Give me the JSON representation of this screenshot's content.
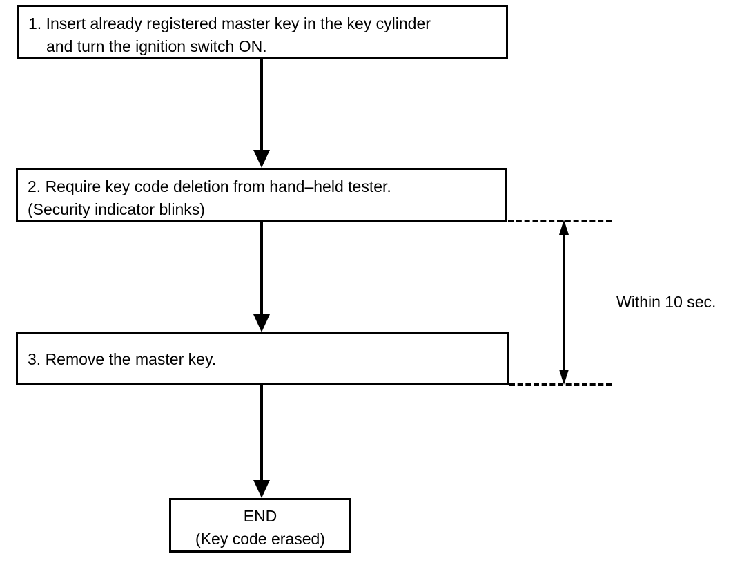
{
  "diagram": {
    "type": "flowchart",
    "orientation": "vertical",
    "steps": [
      {
        "id": "step1",
        "line1": "1. Insert already registered master key in the key cylinder",
        "line2": "and turn the ignition switch ON."
      },
      {
        "id": "step2",
        "line1": "2. Require key code deletion from hand–held tester.",
        "line2": "(Security indicator blinks)"
      },
      {
        "id": "step3",
        "line1": "3. Remove the master key."
      }
    ],
    "terminator": {
      "id": "end",
      "line1": "END",
      "line2": "(Key code erased)"
    },
    "annotation": {
      "label": "Within 10 sec.",
      "spans_from": "step2",
      "spans_to": "step3"
    },
    "colors": {
      "stroke": "#000000",
      "fill": "#ffffff",
      "text": "#000000"
    }
  }
}
